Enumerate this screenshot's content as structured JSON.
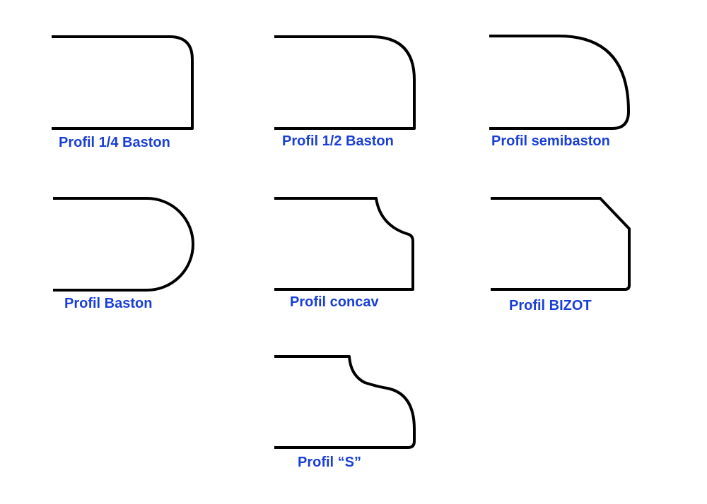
{
  "colors": {
    "background": "#ffffff",
    "outline": "#000000",
    "label": "#1a3fd6"
  },
  "profiles": [
    {
      "label": "Profil 1/4 Baston"
    },
    {
      "label": "Profil 1/2 Baston"
    },
    {
      "label": "Profil semibaston"
    },
    {
      "label": "Profil Baston"
    },
    {
      "label": "Profil concav"
    },
    {
      "label": "Profil BIZOT"
    },
    {
      "label": "Profil “S”"
    }
  ]
}
